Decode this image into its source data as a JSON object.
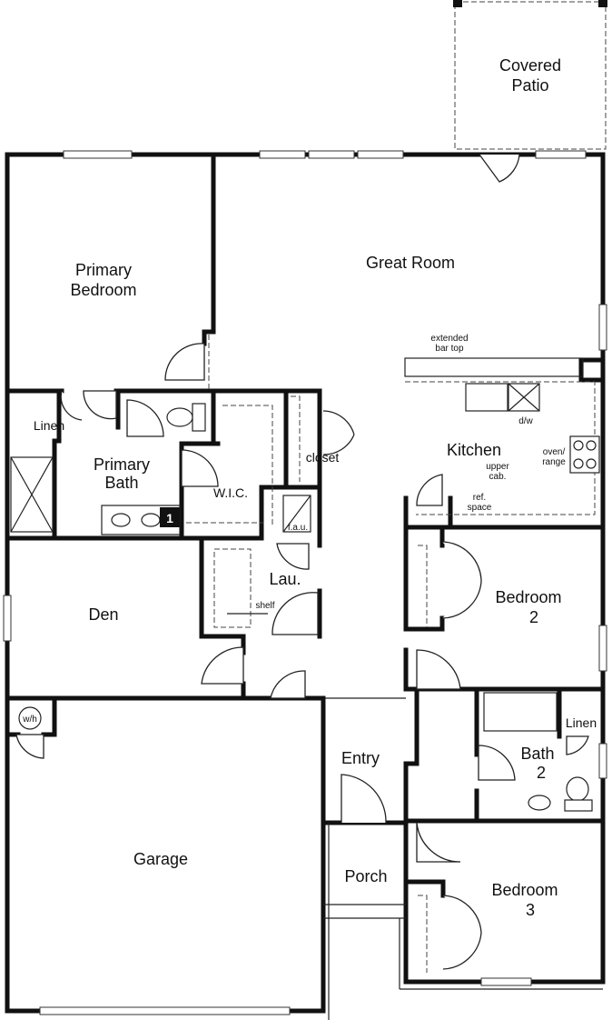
{
  "rooms": {
    "covered_patio": [
      "Covered",
      "Patio"
    ],
    "great_room": "Great Room",
    "primary_bedroom": [
      "Primary",
      "Bedroom"
    ],
    "primary_bath": [
      "Primary",
      "Bath"
    ],
    "linen_1": "Linen",
    "wic": "W.I.C.",
    "closet": "closet",
    "kitchen": "Kitchen",
    "bedroom_2": [
      "Bedroom",
      "2"
    ],
    "den": "Den",
    "laundry": "Lau.",
    "garage": "Garage",
    "entry": "Entry",
    "porch": "Porch",
    "bath_2": [
      "Bath",
      "2"
    ],
    "linen_2": "Linen",
    "bedroom_3": [
      "Bedroom",
      "3"
    ]
  },
  "notes": {
    "extended_bar_top": [
      "extended",
      "bar top"
    ],
    "dw": "d/w",
    "oven_range": [
      "oven/",
      "range"
    ],
    "upper_cab": [
      "upper",
      "cab."
    ],
    "ref_space": [
      "ref.",
      "space"
    ],
    "shelf": "shelf",
    "fau": "f.a.u.",
    "wh": "w/h",
    "badge": "1"
  }
}
